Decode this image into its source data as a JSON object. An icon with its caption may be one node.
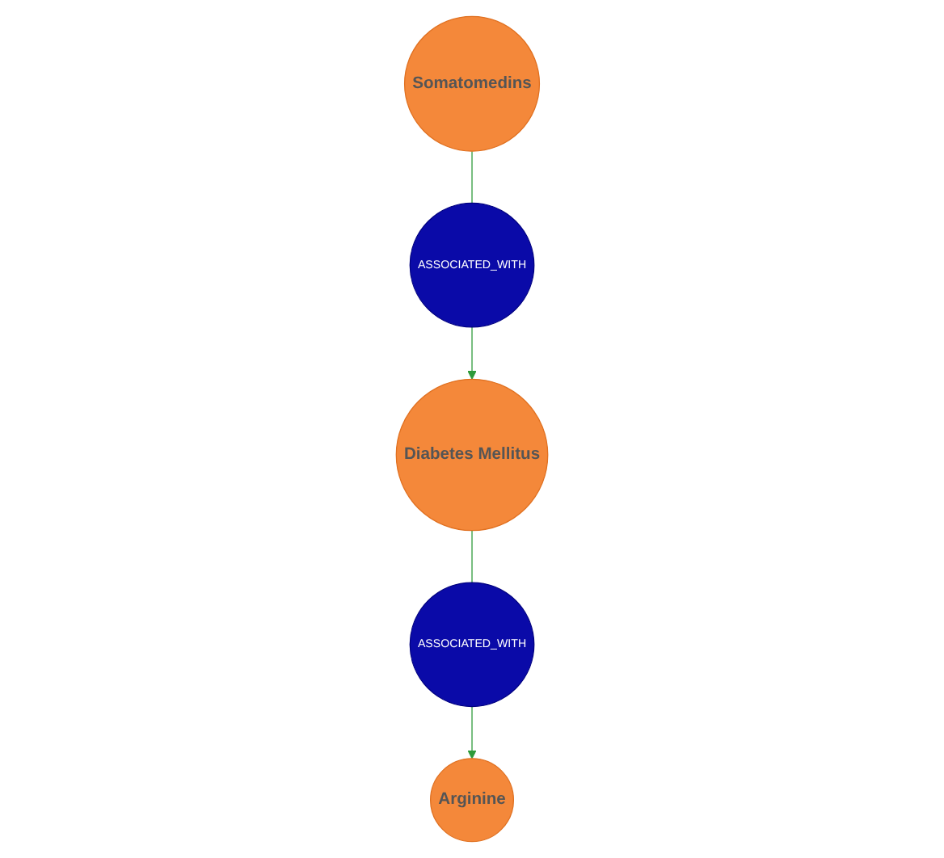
{
  "diagram": {
    "nodes": [
      {
        "text": [
          "Somatomedins"
        ]
      },
      {
        "text": [
          "ASSOCIATED_WITH"
        ]
      },
      {
        "text": [
          "Arginine"
        ]
      },
      {
        "text": [
          "ASSOCIATED_WITH"
        ]
      },
      {
        "text": [
          "Diabetes Mellitus"
        ]
      }
    ],
    "edges": [
      {
        "from": 0,
        "to": 1,
        "arrow": "none"
      },
      {
        "from": 1,
        "to": 4,
        "arrow": "to"
      },
      {
        "from": 4,
        "to": 3,
        "arrow": "none"
      },
      {
        "from": 3,
        "to": 2,
        "arrow": "to"
      }
    ]
  }
}
